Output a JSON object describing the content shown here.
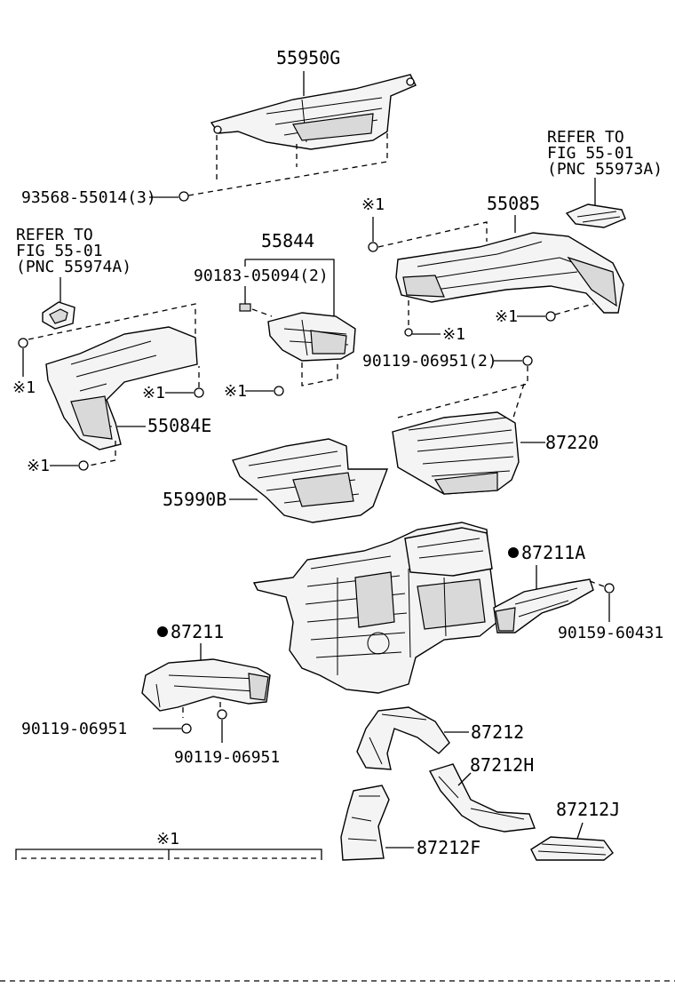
{
  "parts": {
    "p55950G": "55950G",
    "p93568": "93568-55014(3)",
    "p55085": "55085",
    "p55844": "55844",
    "p90183": "90183-05094(2)",
    "p55084E": "55084E",
    "p90119_2": "90119-06951(2)",
    "p87220": "87220",
    "p55990B": "55990B",
    "p87211A": "87211A",
    "p90159": "90159-60431",
    "p87211": "87211",
    "p90119_a": "90119-06951",
    "p90119_b": "90119-06951",
    "p87212": "87212",
    "p87212H": "87212H",
    "p87212J": "87212J",
    "p87212F": "87212F"
  },
  "refer_right": {
    "line1": "REFER TO",
    "line2": "FIG 55-01",
    "line3": "(PNC 55973A)"
  },
  "refer_left": {
    "line1": "REFER TO",
    "line2": "FIG 55-01",
    "line3": "(PNC 55974A)"
  },
  "marks": {
    "note": "※1"
  }
}
